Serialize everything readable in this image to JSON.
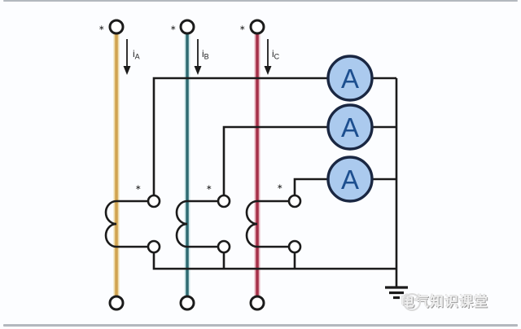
{
  "diagram": {
    "type": "three-phase current-transformer ammeter circuit",
    "currents": [
      {
        "main": "i",
        "sub": "A"
      },
      {
        "main": "i",
        "sub": "B"
      },
      {
        "main": "i",
        "sub": "C"
      }
    ],
    "ammeters": [
      {
        "label": "A"
      },
      {
        "label": "A"
      },
      {
        "label": "A"
      }
    ],
    "polarity_mark": "∗"
  },
  "watermark": {
    "text": "电气知识课堂"
  },
  "colors": {
    "background": "#fcfdff",
    "frame_line": "#b3b8be",
    "wire": "#1b1b1b",
    "phase_a": "#d0a24f",
    "phase_a_halo": "#eedcab",
    "phase_b": "#2f6b72",
    "phase_b_halo": "#cfe7e8",
    "phase_c": "#a53049",
    "phase_c_halo": "#e6b4be",
    "terminal_fill": "#ffffff",
    "ammeter_fill": "#abcaee",
    "ammeter_stroke": "#1a2742",
    "ammeter_letter": "#1d4f8f"
  }
}
